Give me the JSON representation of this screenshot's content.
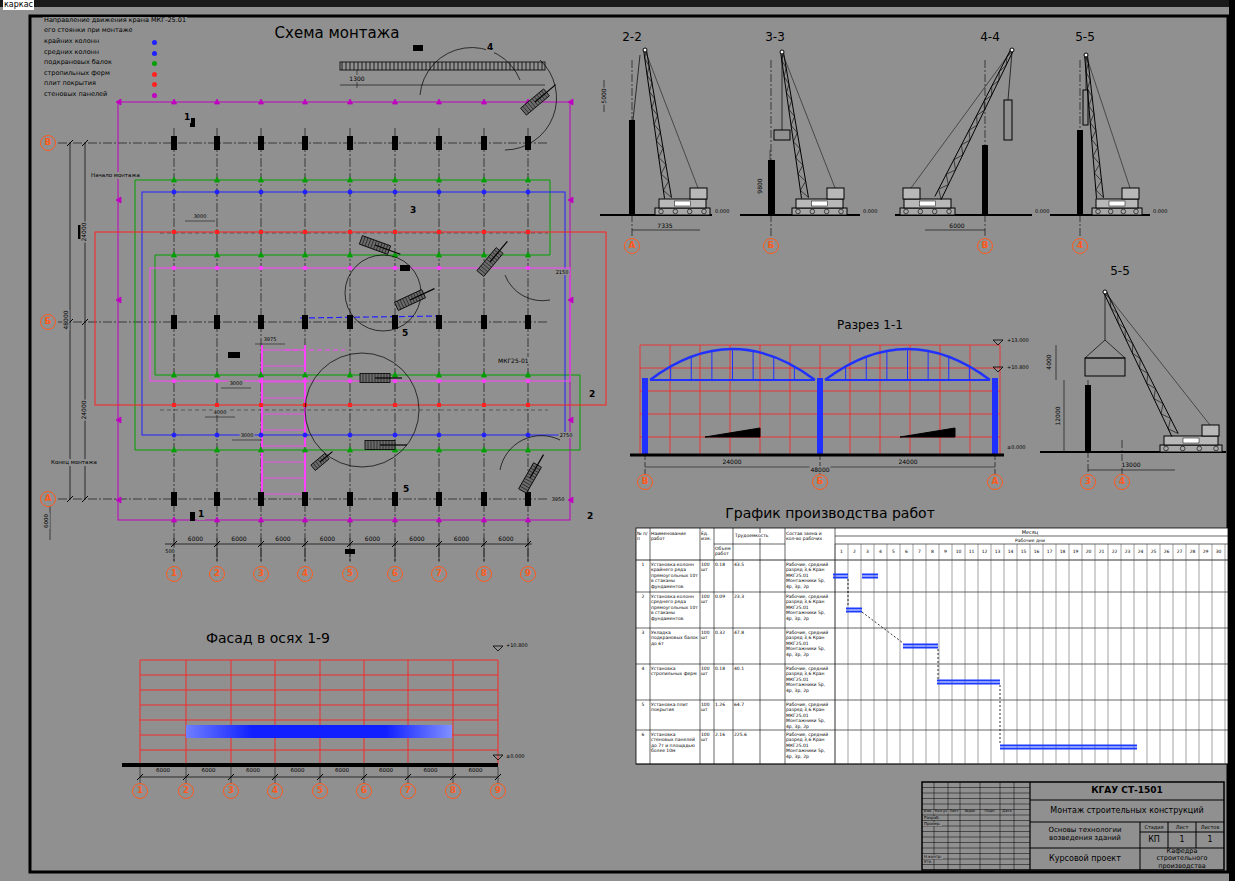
{
  "diagram": {
    "nodes": [
      {
        "text": [
          "1"
        ]
      },
      {
        "text": [
          "2"
        ]
      },
      {
        "text": [
          "3"
        ]
      },
      {
        "text": [
          "4"
        ]
      },
      {
        "text": [
          "5"
        ]
      },
      {
        "text": [
          "6"
        ]
      },
      {
        "text": [
          "7"
        ]
      },
      {
        "text": [
          "8"
        ]
      },
      {
        "text": [
          "9"
        ]
      },
      {
        "text": [
          "В"
        ]
      },
      {
        "text": [
          "Б"
        ]
      },
      {
        "text": [
          "А"
        ]
      },
      {
        "text": [
          "А"
        ]
      },
      {
        "text": [
          "Б"
        ]
      },
      {
        "text": [
          "В"
        ]
      },
      {
        "text": [
          "4"
        ]
      },
      {
        "text": [
          "3"
        ]
      },
      {
        "text": [
          "4"
        ]
      },
      {
        "text": [
          "В"
        ]
      },
      {
        "text": [
          "Б"
        ]
      },
      {
        "text": [
          "А"
        ]
      },
      {
        "text": [
          "1"
        ]
      },
      {
        "text": [
          "2"
        ]
      },
      {
        "text": [
          "3"
        ]
      },
      {
        "text": [
          "4"
        ]
      },
      {
        "text": [
          "5"
        ]
      },
      {
        "text": [
          "6"
        ]
      },
      {
        "text": [
          "7"
        ]
      },
      {
        "text": [
          "8"
        ]
      },
      {
        "text": [
          "9"
        ]
      },
      {
        "text": [
          "КГАУ СТ-1501"
        ]
      },
      {
        "text": [
          "Монтаж строительных конструкций"
        ]
      },
      {
        "text": [
          "Основы технологии возведения зданий"
        ]
      },
      {
        "text": [
          "КП"
        ]
      },
      {
        "text": [
          "1"
        ]
      },
      {
        "text": [
          "1"
        ]
      },
      {
        "text": [
          "Курсовой проект"
        ]
      },
      {
        "text": [
          "Кафедра строительного производства"
        ]
      }
    ],
    "labels": [
      "каркас",
      "Направление движения крана МКГ-25.01",
      "его стоянки при монтаже",
      "Схема монтажа",
      "6000",
      "6000",
      "6000",
      "6000",
      "6000",
      "6000",
      "6000",
      "6000",
      "500",
      "48000",
      "24000",
      "24000",
      "6000",
      "Начало монтажа",
      "Конец монтажа",
      "МКГ25-01",
      "1",
      "1",
      "2",
      "2",
      "3",
      "4",
      "5",
      "5",
      "1300",
      "5000",
      "3000",
      "3000",
      "3975",
      "4000",
      "3000",
      "2150",
      "2750",
      "3950",
      "2-2",
      "3-3",
      "4-4",
      "5-5",
      "7335",
      "9800",
      "6000",
      "0.000",
      "0.000",
      "0.000",
      "0.000",
      "5-5",
      "13000",
      "12000",
      "4000",
      "Разрез 1-1",
      "+13.000",
      "+10.800",
      "±0.000",
      "24000",
      "24000",
      "48000",
      "Фасад в осях 1-9",
      "+10.800",
      "±0.000",
      "6000",
      "6000",
      "6000",
      "6000",
      "6000",
      "6000",
      "6000",
      "6000",
      "График производства работ",
      "№ п/п",
      "Наименование работ",
      "Ед. изм.",
      "Объем работ",
      "Трудоемкость",
      "Состав звена и кол-во рабочих",
      "Месяц",
      "Рабочие дни",
      "Установка колонн крайнего ряда прямоугольных 10т в стаканы фундаментов",
      "Установка колонн среднего ряда прямоугольных 10т в стаканы фундаментов",
      "Укладка подкрановых балок до 6т",
      "Установка стропильных ферм",
      "Установка плит покрытия",
      "Установка стеновых панелей до 7т и площадью более 10м",
      "1",
      "2",
      "3",
      "4",
      "5",
      "6",
      "100 шт",
      "100 шт",
      "100 шт",
      "100 шт",
      "100 шт",
      "100 шт",
      "0.18",
      "0.09",
      "0.32",
      "0.18",
      "1.26",
      "2.16",
      "43.5",
      "23.3",
      "47.8",
      "40.1",
      "64.7",
      "225.6",
      "Рабочие, средний разряд 3,6 Кран МКГ25.01 Монтажники 5р, 4р, 3р, 2р",
      "Рабочие, средний разряд 3,6 Кран МКГ25.01 Монтажники 5р, 4р, 3р, 2р",
      "Рабочие, средний разряд 3,6 Кран МКГ25.01 Монтажники 5р, 4р, 3р, 2р",
      "Рабочие, средний разряд 3,6 Кран МКГ25.01 Монтажники 5р, 4р, 3р, 2р",
      "Рабочие, средний разряд 3,6 Кран МКГ25.01 Монтажники 5р, 4р, 3р, 2р",
      "Рабочие, средний разряд 3,6 Кран МКГ25.01 Монтажники 5р, 4р, 3р, 2р",
      "1",
      "2",
      "3",
      "4",
      "5",
      "6",
      "7",
      "8",
      "9",
      "10",
      "11",
      "12",
      "13",
      "14",
      "15",
      "16",
      "17",
      "18",
      "19",
      "20",
      "21",
      "22",
      "23",
      "24",
      "25",
      "26",
      "27",
      "28",
      "29",
      "30",
      "Стадия",
      "Лист",
      "Листов",
      "Изм.",
      "Кол.уч",
      "Лист",
      "№док",
      "Подп.",
      "Дата",
      "Разраб.",
      "Провер.",
      "Н.контр.",
      "Утв."
    ],
    "legend": [
      {
        "text": "крайних колонн",
        "color": "#2020ff"
      },
      {
        "text": "средних колонн",
        "color": "#2020ff"
      },
      {
        "text": "подкрановых балок",
        "color": "#00a000"
      },
      {
        "text": "стропильных ферм",
        "color": "#ff2020"
      },
      {
        "text": "плит покрытия",
        "color": "#ff2020"
      },
      {
        "text": "стеновых панелей",
        "color": "#c000c0"
      }
    ]
  }
}
